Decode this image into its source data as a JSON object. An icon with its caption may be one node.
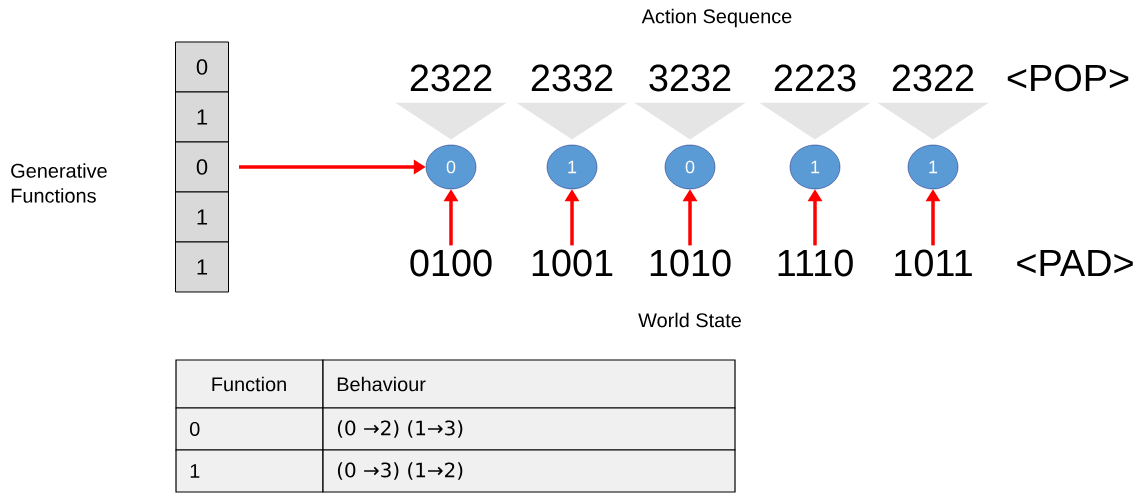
{
  "diagram": {
    "nodes": [
      {
        "text": [
          "0"
        ]
      },
      {
        "text": [
          "1"
        ]
      },
      {
        "text": [
          "0"
        ]
      },
      {
        "text": [
          "1"
        ]
      },
      {
        "text": [
          "1"
        ]
      },
      {
        "text": [
          "0"
        ]
      },
      {
        "text": [
          "1"
        ]
      },
      {
        "text": [
          "0"
        ]
      },
      {
        "text": [
          "1"
        ]
      },
      {
        "text": [
          "1"
        ]
      },
      {
        "text": [
          "0100"
        ]
      },
      {
        "text": [
          "1001"
        ]
      },
      {
        "text": [
          "1010"
        ]
      },
      {
        "text": [
          "1110"
        ]
      },
      {
        "text": [
          "1011"
        ]
      },
      {
        "text": [],
        "shape": "triangle"
      },
      {
        "text": [],
        "shape": "triangle"
      },
      {
        "text": [],
        "shape": "triangle"
      },
      {
        "text": [],
        "shape": "triangle"
      },
      {
        "text": [],
        "shape": "triangle"
      }
    ],
    "edges": [
      {
        "from": 2,
        "to": 5,
        "arrow": "to"
      },
      {
        "from": 10,
        "to": 5,
        "arrow": "to"
      },
      {
        "from": 11,
        "to": 6,
        "arrow": "to"
      },
      {
        "from": 12,
        "to": 7,
        "arrow": "to"
      },
      {
        "from": 13,
        "to": 8,
        "arrow": "to"
      },
      {
        "from": 14,
        "to": 9,
        "arrow": "to"
      }
    ],
    "labels": [
      "Action Sequence",
      "2322",
      "2332",
      "3232",
      "2223",
      "2322",
      "<POP>",
      "Generative Functions",
      "<PAD>",
      "World State",
      "Function",
      "Behaviour",
      "0",
      "(0 →2) (1→3)",
      "1",
      "(0 →3) (1→2)"
    ]
  }
}
